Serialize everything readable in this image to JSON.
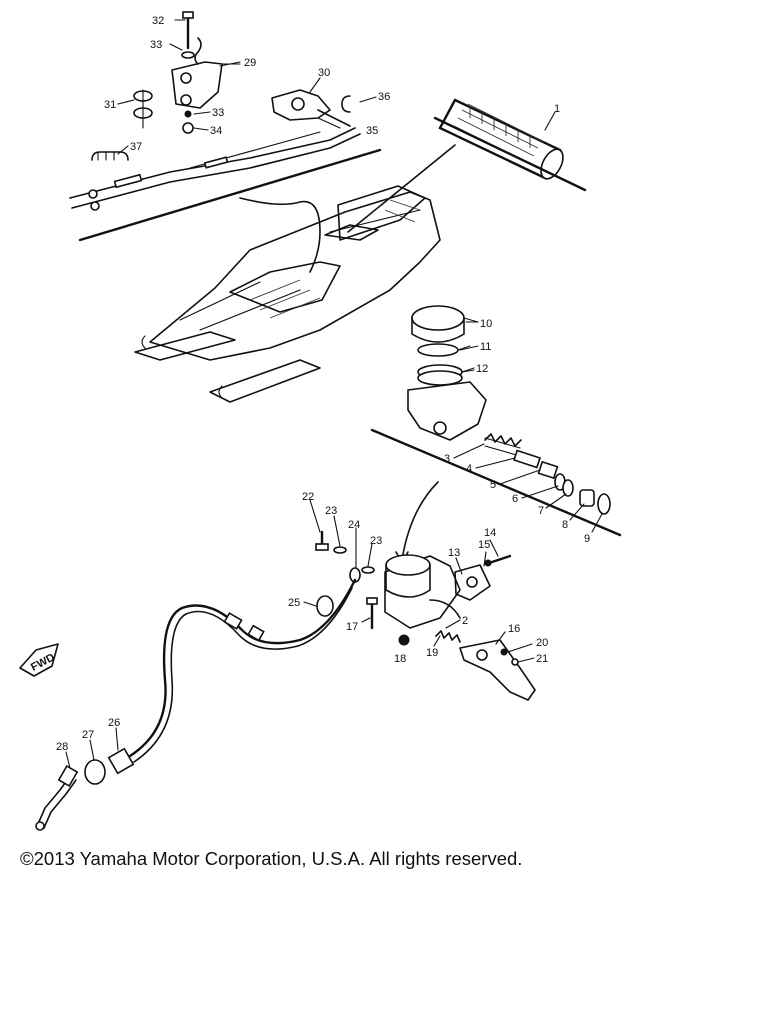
{
  "diagram": {
    "part_numbers": {
      "p1": "1",
      "p2": "2",
      "p3": "3",
      "p4": "4",
      "p5": "5",
      "p6": "6",
      "p7": "7",
      "p8": "8",
      "p9": "9",
      "p10": "10",
      "p11": "11",
      "p12": "12",
      "p13": "13",
      "p14": "14",
      "p15": "15",
      "p16": "16",
      "p17": "17",
      "p18": "18",
      "p19": "19",
      "p20": "20",
      "p21": "21",
      "p22": "22",
      "p23a": "23",
      "p23b": "23",
      "p24": "24",
      "p25": "25",
      "p26": "26",
      "p27": "27",
      "p28": "28",
      "p29": "29",
      "p30": "30",
      "p31": "31",
      "p32": "32",
      "p33a": "33",
      "p33b": "33",
      "p34": "34",
      "p35": "35",
      "p36": "36",
      "p37": "37"
    },
    "direction_label": "FWD"
  },
  "footer": {
    "copyright": "©2013 Yamaha Motor Corporation, U.S.A. All rights reserved."
  }
}
